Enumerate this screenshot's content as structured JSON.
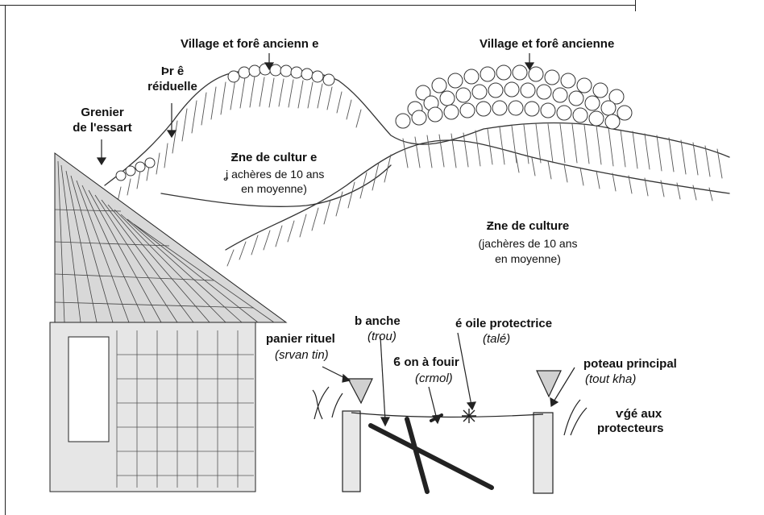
{
  "labels": {
    "village_left": "Village et forê ancienn e",
    "village_right": "Village et forê ancienne",
    "foret_residuelle_1": "Ϸr ê",
    "foret_residuelle_2": "réiduelle",
    "grenier_1": "Grenier",
    "grenier_2": "de l'essart",
    "zone_left_title": "Ƶne de cultur e",
    "zone_left_line1": "ʝ achères de 10 ans",
    "zone_left_line2": "en moyenne)",
    "zone_right_title": "Ƶne  de culture",
    "zone_right_line1": "(jachères de 10 ans",
    "zone_right_line2": "en moyenne)",
    "panier": "panier rituel",
    "panier_local": "(srvan tin)",
    "branche": "b anche",
    "branche_local": "(trou)",
    "etoile": "é oile protectrice",
    "etoile_local": "(talé)",
    "baton": "ϐ  on à fouir",
    "baton_local": "(crmol)",
    "poteau": "poteau principal",
    "poteau_local": "(tout kha)",
    "vegetaux_1": "ѵǵé  aux",
    "vegetaux_2": "protecteurs"
  }
}
